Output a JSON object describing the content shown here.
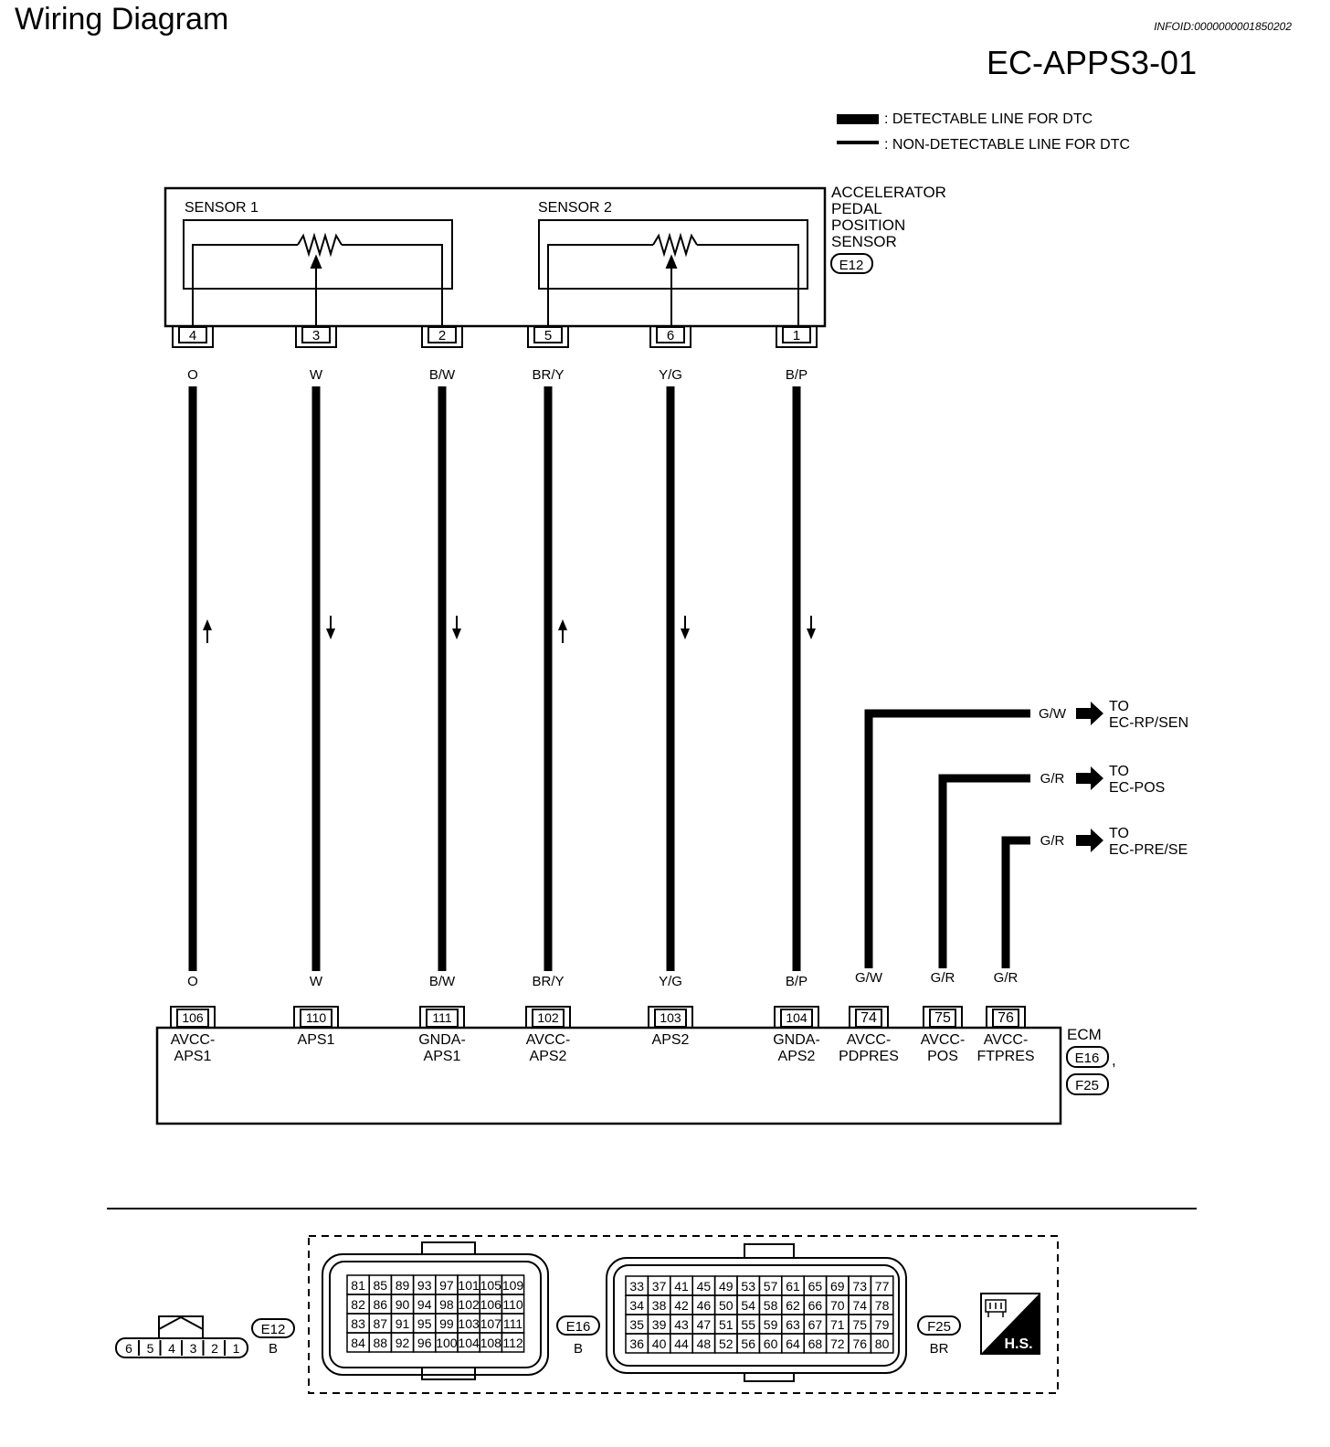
{
  "header": {
    "title": "Wiring Diagram",
    "infoid": "INFOID:0000000001850202",
    "diagram_id": "EC-APPS3-01"
  },
  "legend": {
    "detectable": ": DETECTABLE LINE FOR DTC",
    "non_detectable": ": NON-DETECTABLE LINE FOR DTC"
  },
  "sensor": {
    "name_lines": [
      "ACCELERATOR",
      "PEDAL",
      "POSITION",
      "SENSOR"
    ],
    "connector": "E12",
    "sensor1": "SENSOR 1",
    "sensor2": "SENSOR 2"
  },
  "wires": [
    {
      "sensor_pin": "4",
      "color": "O",
      "ecm_pin": "106",
      "ecm_label": [
        "AVCC-",
        "APS1"
      ],
      "flow": "up"
    },
    {
      "sensor_pin": "3",
      "color": "W",
      "ecm_pin": "110",
      "ecm_label": [
        "APS1"
      ],
      "flow": "down"
    },
    {
      "sensor_pin": "2",
      "color": "B/W",
      "ecm_pin": "111",
      "ecm_label": [
        "GNDA-",
        "APS1"
      ],
      "flow": "down"
    },
    {
      "sensor_pin": "5",
      "color": "BR/Y",
      "ecm_pin": "102",
      "ecm_label": [
        "AVCC-",
        "APS2"
      ],
      "flow": "up"
    },
    {
      "sensor_pin": "6",
      "color": "Y/G",
      "ecm_pin": "103",
      "ecm_label": [
        "APS2"
      ],
      "flow": "down"
    },
    {
      "sensor_pin": "1",
      "color": "B/P",
      "ecm_pin": "104",
      "ecm_label": [
        "GNDA-",
        "APS2"
      ],
      "flow": "down"
    }
  ],
  "branches": [
    {
      "color": "G/W",
      "ecm_pin": "74",
      "ecm_label": [
        "AVCC-",
        "PDPRES"
      ],
      "to": [
        "TO",
        "EC-RP/SEN"
      ]
    },
    {
      "color": "G/R",
      "ecm_pin": "75",
      "ecm_label": [
        "AVCC-",
        "POS"
      ],
      "to": [
        "TO",
        "EC-POS"
      ]
    },
    {
      "color": "G/R",
      "ecm_pin": "76",
      "ecm_label": [
        "AVCC-",
        "FTPRES"
      ],
      "to": [
        "TO",
        "EC-PRE/SE"
      ]
    }
  ],
  "ecm": {
    "name": "ECM",
    "connector1": "E16",
    "connector2": "F25",
    "comma": ","
  },
  "connector_views": {
    "e12": {
      "label": "E12",
      "color": "B",
      "pins": [
        "6",
        "5",
        "4",
        "3",
        "2",
        "1"
      ]
    },
    "e16": {
      "label": "E16",
      "color": "B",
      "rows": [
        [
          "81",
          "85",
          "89",
          "93",
          "97",
          "101",
          "105",
          "109"
        ],
        [
          "82",
          "86",
          "90",
          "94",
          "98",
          "102",
          "106",
          "110"
        ],
        [
          "83",
          "87",
          "91",
          "95",
          "99",
          "103",
          "107",
          "111"
        ],
        [
          "84",
          "88",
          "92",
          "96",
          "100",
          "104",
          "108",
          "112"
        ]
      ]
    },
    "f25": {
      "label": "F25",
      "color": "BR",
      "rows": [
        [
          "33",
          "37",
          "41",
          "45",
          "49",
          "53",
          "57",
          "61",
          "65",
          "69",
          "73",
          "77"
        ],
        [
          "34",
          "38",
          "42",
          "46",
          "50",
          "54",
          "58",
          "62",
          "66",
          "70",
          "74",
          "78"
        ],
        [
          "35",
          "39",
          "43",
          "47",
          "51",
          "55",
          "59",
          "63",
          "67",
          "71",
          "75",
          "79"
        ],
        [
          "36",
          "40",
          "44",
          "48",
          "52",
          "56",
          "60",
          "64",
          "68",
          "72",
          "76",
          "80"
        ]
      ]
    },
    "hs_badge": "H.S."
  }
}
